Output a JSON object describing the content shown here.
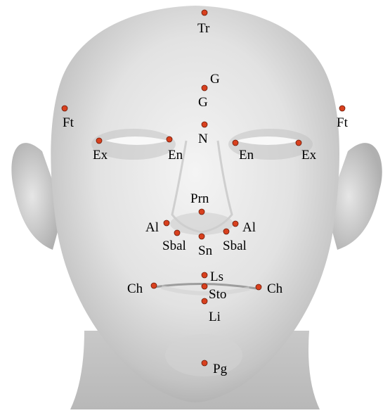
{
  "figure": {
    "kind": "3D face model with anthropometric landmarks",
    "marker_color": "#d8401e",
    "landmarks": [
      {
        "id": "tr",
        "label": "Tr"
      },
      {
        "id": "g-top",
        "label": "G"
      },
      {
        "id": "g",
        "label": "G"
      },
      {
        "id": "n",
        "label": "N"
      },
      {
        "id": "ft-r",
        "label": "Ft"
      },
      {
        "id": "ft-l",
        "label": "Ft"
      },
      {
        "id": "ex-r",
        "label": "Ex"
      },
      {
        "id": "en-r",
        "label": "En"
      },
      {
        "id": "en-l",
        "label": "En"
      },
      {
        "id": "ex-l",
        "label": "Ex"
      },
      {
        "id": "prn",
        "label": "Prn"
      },
      {
        "id": "al-r",
        "label": "Al"
      },
      {
        "id": "al-l",
        "label": "Al"
      },
      {
        "id": "sbal-r",
        "label": "Sbal"
      },
      {
        "id": "sn",
        "label": "Sn"
      },
      {
        "id": "sbal-l",
        "label": "Sbal"
      },
      {
        "id": "ls",
        "label": "Ls"
      },
      {
        "id": "sto",
        "label": "Sto"
      },
      {
        "id": "ch-r",
        "label": "Ch"
      },
      {
        "id": "ch-l",
        "label": "Ch"
      },
      {
        "id": "li",
        "label": "Li"
      },
      {
        "id": "pg",
        "label": "Pg"
      }
    ]
  }
}
